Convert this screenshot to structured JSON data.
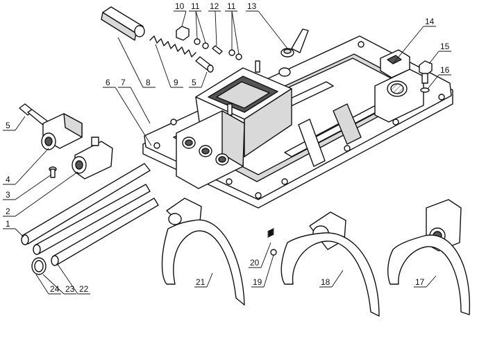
{
  "callouts": [
    {
      "id": "c1",
      "text": "1"
    },
    {
      "id": "c2",
      "text": "2"
    },
    {
      "id": "c3",
      "text": "3"
    },
    {
      "id": "c4",
      "text": "4"
    },
    {
      "id": "c5a",
      "text": "5"
    },
    {
      "id": "c5b",
      "text": "5"
    },
    {
      "id": "c6",
      "text": "6"
    },
    {
      "id": "c7",
      "text": "7"
    },
    {
      "id": "c8",
      "text": "8"
    },
    {
      "id": "c9",
      "text": "9"
    },
    {
      "id": "c10",
      "text": "10"
    },
    {
      "id": "c11a",
      "text": "11"
    },
    {
      "id": "c11b",
      "text": "11"
    },
    {
      "id": "c12",
      "text": "12"
    },
    {
      "id": "c13",
      "text": "13"
    },
    {
      "id": "c14",
      "text": "14"
    },
    {
      "id": "c15",
      "text": "15"
    },
    {
      "id": "c16",
      "text": "16"
    },
    {
      "id": "c17",
      "text": "17"
    },
    {
      "id": "c18",
      "text": "18"
    },
    {
      "id": "c19",
      "text": "19"
    },
    {
      "id": "c20",
      "text": "20"
    },
    {
      "id": "c21",
      "text": "21"
    },
    {
      "id": "c22",
      "text": "22"
    },
    {
      "id": "c23",
      "text": "23"
    },
    {
      "id": "c24",
      "text": "24"
    }
  ]
}
